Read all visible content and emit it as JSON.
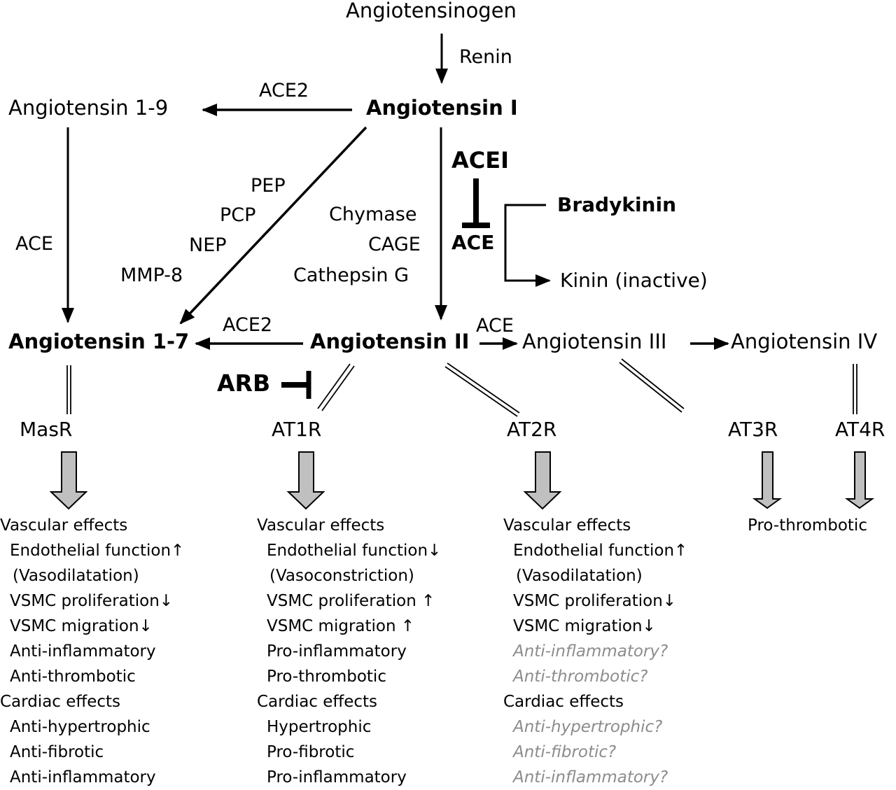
{
  "nodes": {
    "angiotensinogen": "Angiotensinogen",
    "angiotensin_i": "Angiotensin I",
    "angiotensin_1_9": "Angiotensin 1-9",
    "angiotensin_1_7": "Angiotensin 1-7",
    "angiotensin_ii": "Angiotensin II",
    "angiotensin_iii": "Angiotensin III",
    "angiotensin_iv": "Angiotensin IV",
    "bradykinin": "Bradykinin",
    "kinin_inactive": "Kinin (inactive)"
  },
  "enzymes": {
    "renin": "Renin",
    "ace2_top": "ACE2",
    "ace_left": "ACE",
    "pep": "PEP",
    "pcp": "PCP",
    "nep": "NEP",
    "mmp8": "MMP-8",
    "chymase": "Chymase",
    "cage": "CAGE",
    "cathepsin_g": "Cathepsin G",
    "ace2_mid": "ACE2",
    "ace_right": "ACE",
    "ace_bold": "ACE"
  },
  "inhibitors": {
    "acei": "ACEI",
    "arb": "ARB"
  },
  "receptors": {
    "masr": "MasR",
    "at1r": "AT1R",
    "at2r": "AT2R",
    "at3r": "AT3R",
    "at4r": "AT4R"
  },
  "effects": {
    "masr": [
      {
        "text": "Vascular effects",
        "level": 0,
        "uncertain": false
      },
      {
        "text": "Endothelial function↑",
        "level": 1,
        "uncertain": false
      },
      {
        "text": "(Vasodilatation)",
        "level": 2,
        "uncertain": false
      },
      {
        "text": "VSMC proliferation↓",
        "level": 1,
        "uncertain": false
      },
      {
        "text": "VSMC migration↓",
        "level": 1,
        "uncertain": false
      },
      {
        "text": "Anti-inflammatory",
        "level": 1,
        "uncertain": false
      },
      {
        "text": "Anti-thrombotic",
        "level": 1,
        "uncertain": false
      },
      {
        "text": "Cardiac effects",
        "level": 0,
        "uncertain": false
      },
      {
        "text": "Anti-hypertrophic",
        "level": 1,
        "uncertain": false
      },
      {
        "text": "Anti-fibrotic",
        "level": 1,
        "uncertain": false
      },
      {
        "text": "Anti-inflammatory",
        "level": 1,
        "uncertain": false
      }
    ],
    "at1r": [
      {
        "text": "Vascular effects",
        "level": 0,
        "uncertain": false
      },
      {
        "text": "Endothelial function↓",
        "level": 1,
        "uncertain": false
      },
      {
        "text": "(Vasoconstriction)",
        "level": 2,
        "uncertain": false
      },
      {
        "text": "VSMC proliferation ↑",
        "level": 1,
        "uncertain": false
      },
      {
        "text": "VSMC migration ↑",
        "level": 1,
        "uncertain": false
      },
      {
        "text": "Pro-inflammatory",
        "level": 1,
        "uncertain": false
      },
      {
        "text": "Pro-thrombotic",
        "level": 1,
        "uncertain": false
      },
      {
        "text": "Cardiac effects",
        "level": 0,
        "uncertain": false
      },
      {
        "text": "Hypertrophic",
        "level": 1,
        "uncertain": false
      },
      {
        "text": "Pro-fibrotic",
        "level": 1,
        "uncertain": false
      },
      {
        "text": "Pro-inflammatory",
        "level": 1,
        "uncertain": false
      }
    ],
    "at2r": [
      {
        "text": "Vascular effects",
        "level": 0,
        "uncertain": false
      },
      {
        "text": "Endothelial function↑",
        "level": 1,
        "uncertain": false
      },
      {
        "text": "(Vasodilatation)",
        "level": 2,
        "uncertain": false
      },
      {
        "text": "VSMC proliferation↓",
        "level": 1,
        "uncertain": false
      },
      {
        "text": "VSMC migration↓",
        "level": 1,
        "uncertain": false
      },
      {
        "text": "Anti-inflammatory?",
        "level": 1,
        "uncertain": true
      },
      {
        "text": "Anti-thrombotic?",
        "level": 1,
        "uncertain": true
      },
      {
        "text": "Cardiac effects",
        "level": 0,
        "uncertain": false
      },
      {
        "text": "Anti-hypertrophic?",
        "level": 1,
        "uncertain": true
      },
      {
        "text": "Anti-fibrotic?",
        "level": 1,
        "uncertain": true
      },
      {
        "text": "Anti-inflammatory?",
        "level": 1,
        "uncertain": true
      }
    ],
    "at3r_at4r": [
      {
        "text": "Pro-thrombotic",
        "level": 0,
        "uncertain": false
      }
    ]
  },
  "colors": {
    "line": "#000000",
    "receptor_arrow_fill": "#c0c0c0",
    "uncertain_text": "#8c8c8c"
  }
}
